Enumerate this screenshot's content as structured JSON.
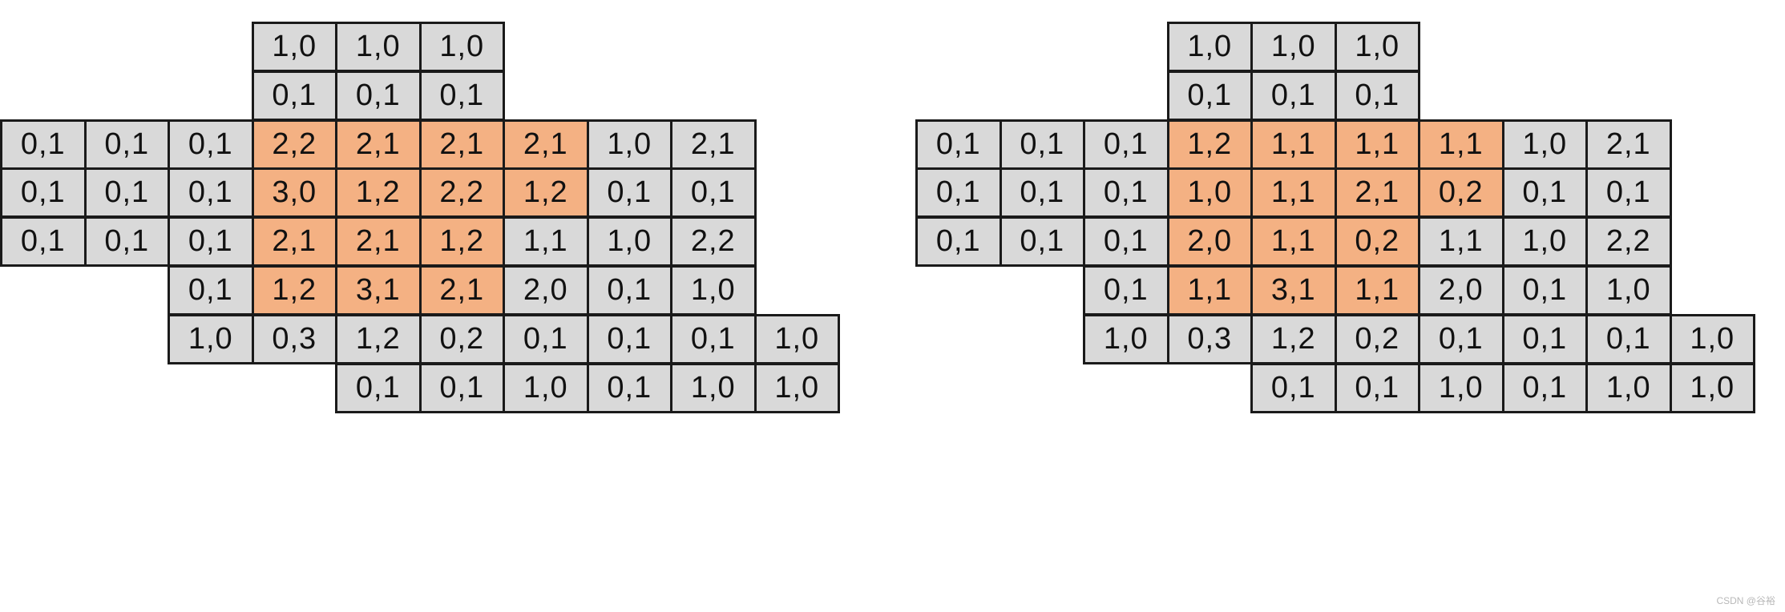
{
  "colors": {
    "gray": "#d9d9d9",
    "orange": "#f4b183",
    "border": "#1a1a1a"
  },
  "grids": [
    {
      "name": "grid-left",
      "rows": [
        [
          "",
          "",
          "",
          "1,0",
          "1,0",
          "1,0",
          "",
          "",
          "",
          ""
        ],
        [
          "",
          "",
          "",
          "0,1",
          "0,1",
          "0,1",
          "",
          "",
          "",
          ""
        ],
        [
          "0,1",
          "0,1",
          "0,1",
          "2,2",
          "2,1",
          "2,1",
          "2,1",
          "1,0",
          "2,1",
          ""
        ],
        [
          "0,1",
          "0,1",
          "0,1",
          "3,0",
          "1,2",
          "2,2",
          "1,2",
          "0,1",
          "0,1",
          ""
        ],
        [
          "0,1",
          "0,1",
          "0,1",
          "2,1",
          "2,1",
          "1,2",
          "1,1",
          "1,0",
          "2,2",
          ""
        ],
        [
          "",
          "",
          "0,1",
          "1,2",
          "3,1",
          "2,1",
          "2,0",
          "0,1",
          "1,0",
          ""
        ],
        [
          "",
          "",
          "1,0",
          "0,3",
          "1,2",
          "0,2",
          "0,1",
          "0,1",
          "0,1",
          "1,0"
        ],
        [
          "",
          "",
          "",
          "",
          "0,1",
          "0,1",
          "1,0",
          "0,1",
          "1,0",
          "1,0"
        ]
      ],
      "highlight": [
        [
          2,
          3
        ],
        [
          2,
          4
        ],
        [
          2,
          5
        ],
        [
          2,
          6
        ],
        [
          3,
          3
        ],
        [
          3,
          4
        ],
        [
          3,
          5
        ],
        [
          3,
          6
        ],
        [
          4,
          3
        ],
        [
          4,
          4
        ],
        [
          4,
          5
        ],
        [
          5,
          3
        ],
        [
          5,
          4
        ],
        [
          5,
          5
        ]
      ]
    },
    {
      "name": "grid-right",
      "rows": [
        [
          "",
          "",
          "",
          "1,0",
          "1,0",
          "1,0",
          "",
          "",
          "",
          ""
        ],
        [
          "",
          "",
          "",
          "0,1",
          "0,1",
          "0,1",
          "",
          "",
          "",
          ""
        ],
        [
          "0,1",
          "0,1",
          "0,1",
          "1,2",
          "1,1",
          "1,1",
          "1,1",
          "1,0",
          "2,1",
          ""
        ],
        [
          "0,1",
          "0,1",
          "0,1",
          "1,0",
          "1,1",
          "2,1",
          "0,2",
          "0,1",
          "0,1",
          ""
        ],
        [
          "0,1",
          "0,1",
          "0,1",
          "2,0",
          "1,1",
          "0,2",
          "1,1",
          "1,0",
          "2,2",
          ""
        ],
        [
          "",
          "",
          "0,1",
          "1,1",
          "3,1",
          "1,1",
          "2,0",
          "0,1",
          "1,0",
          ""
        ],
        [
          "",
          "",
          "1,0",
          "0,3",
          "1,2",
          "0,2",
          "0,1",
          "0,1",
          "0,1",
          "1,0"
        ],
        [
          "",
          "",
          "",
          "",
          "0,1",
          "0,1",
          "1,0",
          "0,1",
          "1,0",
          "1,0"
        ]
      ],
      "highlight": [
        [
          2,
          3
        ],
        [
          2,
          4
        ],
        [
          2,
          5
        ],
        [
          2,
          6
        ],
        [
          3,
          3
        ],
        [
          3,
          4
        ],
        [
          3,
          5
        ],
        [
          3,
          6
        ],
        [
          4,
          3
        ],
        [
          4,
          4
        ],
        [
          4,
          5
        ],
        [
          5,
          3
        ],
        [
          5,
          4
        ],
        [
          5,
          5
        ]
      ]
    }
  ],
  "watermark": "CSDN @谷裕"
}
